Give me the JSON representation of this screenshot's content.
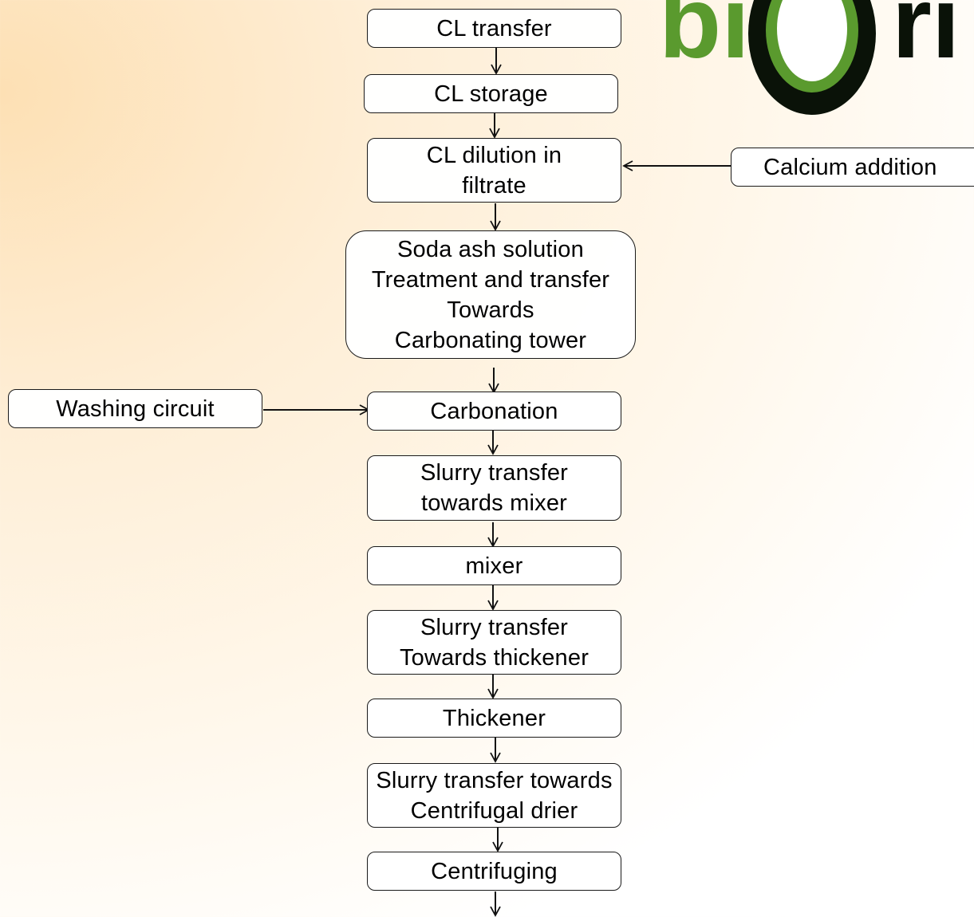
{
  "logo": {
    "text": "bi ri",
    "colors": {
      "green": "#5a9a2e",
      "dark": "#0a1208"
    }
  },
  "steps": {
    "cl_transfer": "CL transfer",
    "cl_storage": "CL storage",
    "cl_dilution": "CL dilution in\nfiltrate",
    "soda_ash": "Soda ash solution\nTreatment and transfer\nTowards\nCarbonating tower",
    "carbonation": "Carbonation",
    "slurry_mixer": "Slurry transfer\ntowards mixer",
    "mixer": "mixer",
    "slurry_thickener": "Slurry transfer\nTowards thickener",
    "thickener": "Thickener",
    "slurry_drier": "Slurry transfer towards\nCentrifugal drier",
    "centrifuging": "Centrifuging"
  },
  "side_inputs": {
    "calcium_addition": "Calcium addition",
    "washing_circuit": "Washing circuit"
  },
  "colors": {
    "line": "#111111",
    "box_border": "#1a1a1a",
    "background_warm": "#fde0b4"
  }
}
